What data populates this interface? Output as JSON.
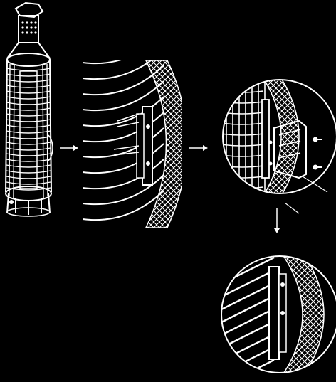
{
  "diagram": {
    "background": "#000000",
    "line_color": "#ffffff",
    "steps": [
      {
        "name": "stove-overview",
        "icon": "heater-tower-icon"
      },
      {
        "name": "guard-rail-cutaway",
        "icon": "rail-closeup-icon"
      },
      {
        "name": "bracket-detail-before",
        "icon": "bracket-bolts-icon"
      },
      {
        "name": "bracket-detail-after",
        "icon": "bracket-mounted-icon"
      }
    ],
    "arrows": [
      "right-arrow-icon",
      "right-arrow-icon",
      "down-arrow-icon"
    ],
    "visible_text": ""
  }
}
